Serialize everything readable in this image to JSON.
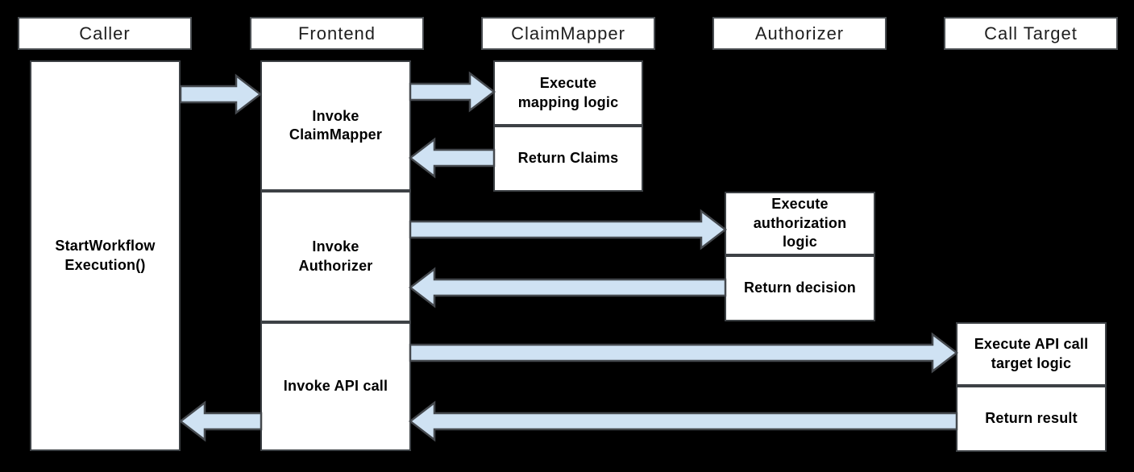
{
  "colors": {
    "bg": "#000000",
    "box-bg": "#ffffff",
    "box-border": "#3d4145",
    "header-border": "#4a4e52",
    "header-text": "#1f1f1f",
    "body-text": "#000000",
    "arrow-fill": "#cfe2f3",
    "arrow-stroke": "#45494e"
  },
  "lanes": [
    {
      "id": "caller",
      "header": "Caller"
    },
    {
      "id": "frontend",
      "header": "Frontend"
    },
    {
      "id": "claim_mapper",
      "header": "ClaimMapper"
    },
    {
      "id": "authorizer",
      "header": "Authorizer"
    },
    {
      "id": "call_target",
      "header": "Call Target"
    }
  ],
  "steps": {
    "start_workflow": "StartWorkflow\nExecution()",
    "invoke_claim_mapper": "Invoke\nClaimMapper",
    "execute_mapping_logic": "Execute\nmapping logic",
    "return_claims": "Return Claims",
    "invoke_authorizer": "Invoke\nAuthorizer",
    "execute_authorization_logic": "Execute\nauthorization\nlogic",
    "return_decision": "Return decision",
    "invoke_api_call": "Invoke API call",
    "execute_api_call_target_logic": "Execute API call\ntarget logic",
    "return_result": "Return result"
  },
  "flows": [
    {
      "from": "Caller",
      "to": "Frontend"
    },
    {
      "from": "Frontend",
      "to": "ClaimMapper"
    },
    {
      "from": "ClaimMapper",
      "to": "Frontend"
    },
    {
      "from": "Frontend",
      "to": "Authorizer"
    },
    {
      "from": "Authorizer",
      "to": "Frontend"
    },
    {
      "from": "Frontend",
      "to": "Call Target"
    },
    {
      "from": "Call Target",
      "to": "Frontend"
    },
    {
      "from": "Frontend",
      "to": "Caller"
    }
  ]
}
